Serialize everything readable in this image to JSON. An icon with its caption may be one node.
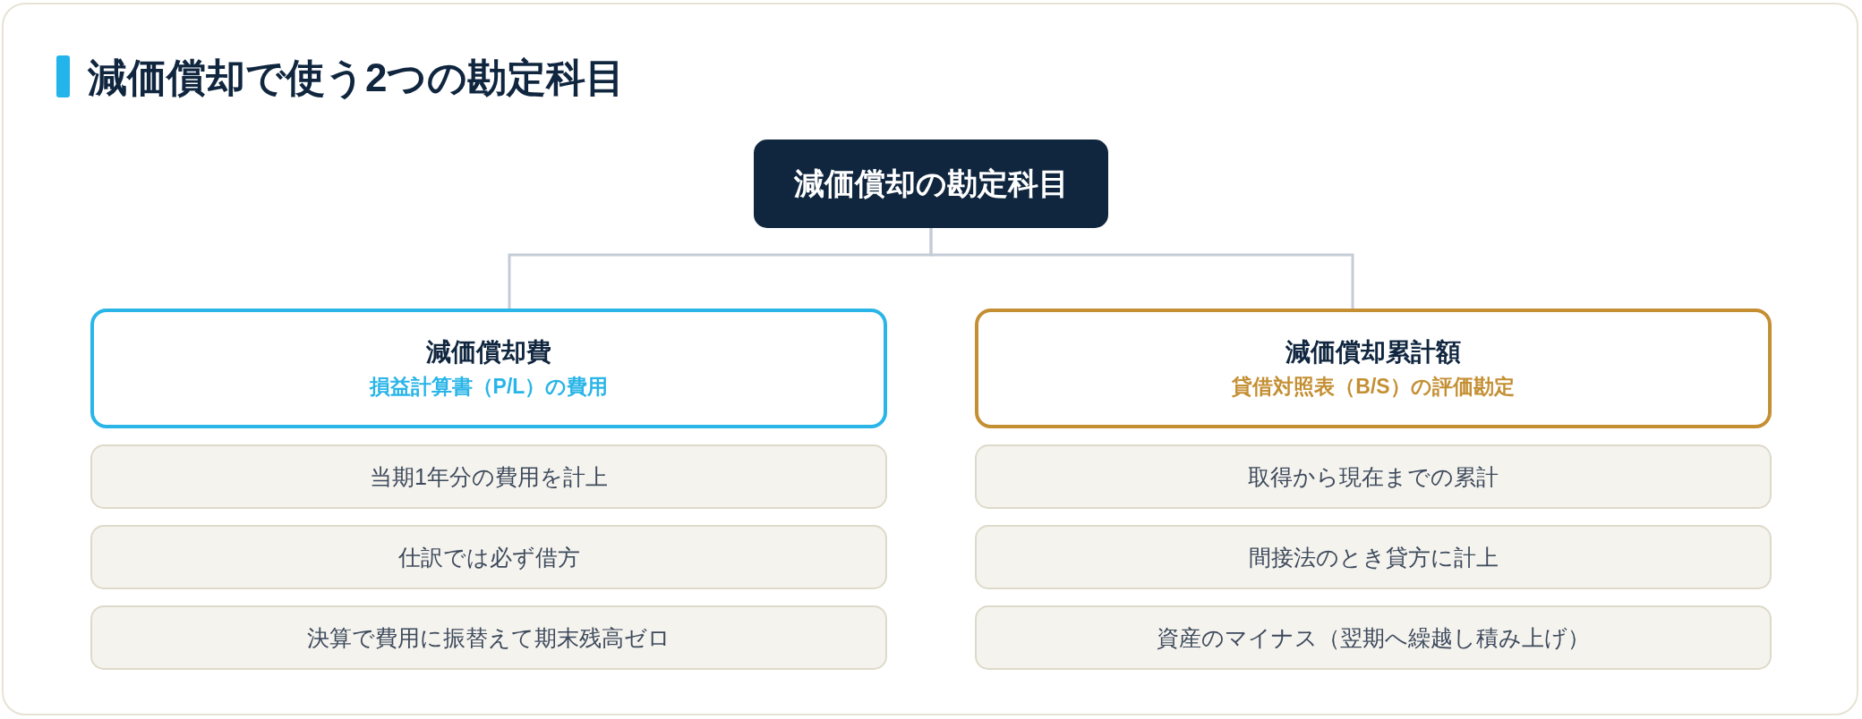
{
  "diagram": {
    "title": "減価償却で使う2つの勘定科目",
    "nodes": [
      {
        "text": [
          "減価償却の勘定科目"
        ]
      },
      {
        "text": [
          "減価償却費",
          "損益計算書（P/L）の費用"
        ]
      },
      {
        "text": [
          "当期1年分の費用を計上"
        ]
      },
      {
        "text": [
          "仕訳では必ず借方"
        ]
      },
      {
        "text": [
          "決算で費用に振替えて期末残高ゼロ"
        ]
      },
      {
        "text": [
          "減価償却累計額",
          "貸借対照表（B/S）の評価勘定"
        ]
      },
      {
        "text": [
          "取得から現在までの累計"
        ]
      },
      {
        "text": [
          "間接法のとき貸方に計上"
        ]
      },
      {
        "text": [
          "資産のマイナス（翌期へ繰越し積み上げ）"
        ]
      }
    ],
    "edges": [
      {
        "from": 0,
        "to": 1,
        "arrow": "none"
      },
      {
        "from": 0,
        "to": 5,
        "arrow": "none"
      }
    ]
  }
}
